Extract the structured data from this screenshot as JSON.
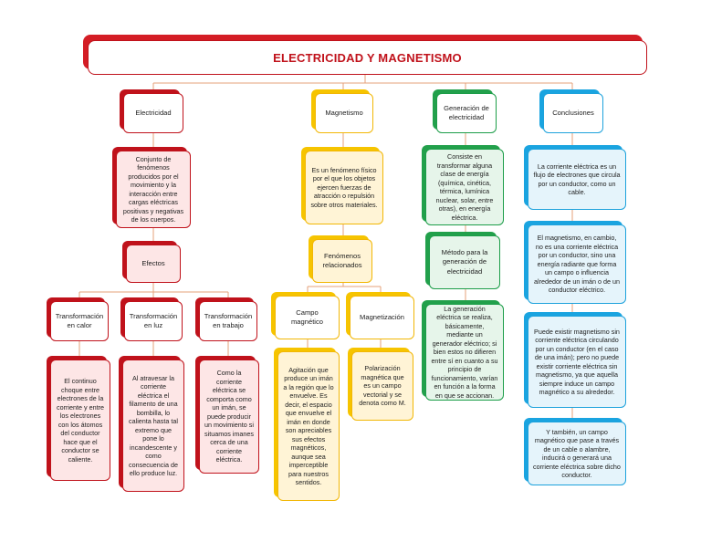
{
  "title": "ELECTRICIDAD Y MAGNETISMO",
  "electricidad": {
    "heading": "Electricidad",
    "definition": "Conjunto de fenómenos producidos por el movimiento y la interacción entre cargas eléctricas positivas y negativas de los cuerpos.",
    "efectos": "Efectos",
    "calor": {
      "heading": "Transformación en calor",
      "text": "El continuo choque entre electrones de la corriente y entre los electrones con los átomos del conductor hace que el conductor se caliente."
    },
    "luz": {
      "heading": "Transformación en luz",
      "text": "Al atravesar la corriente eléctrica el filamento de una bombilla, lo calienta hasta tal extremo que pone lo incandescente y como consecuencia de ello produce luz."
    },
    "trabajo": {
      "heading": "Transformación en trabajo",
      "text": "Como la corriente eléctrica se comporta como un imán, se puede producir un movimiento si situamos imanes cerca de una corriente eléctrica."
    }
  },
  "magnetismo": {
    "heading": "Magnetismo",
    "definition": "Es un fenómeno físico por el que los objetos ejercen fuerzas de atracción o repulsión sobre otros materiales.",
    "fenomenos": "Fenómenos relacionados",
    "campo": {
      "heading": "Campo magnético",
      "text": "Agitación que produce un imán a la región que lo envuelve. Es decir, el espacio que envuelve el imán en donde son apreciables sus efectos magnéticos, aunque sea imperceptible para nuestros sentidos."
    },
    "magnetizacion": {
      "heading": "Magnetización",
      "text": "Polarización magnética que es un campo vectorial y se denota como M."
    }
  },
  "generacion": {
    "heading": "Generación de electricidad",
    "definition": "Consiste en transformar alguna clase de energía (química, cinética, térmica, lumínica nuclear, solar, entre otras), en energía eléctrica.",
    "metodo": "Método para la generación de electricidad",
    "metodo_text": "La generación eléctrica se realiza, básicamente, mediante un generador eléctrico; si bien estos no difieren entre sí en cuanto a su principio de funcionamiento, varían en función a la forma en que se accionan."
  },
  "conclusiones": {
    "heading": "Conclusiones",
    "items": [
      "La corriente eléctrica es un flujo de electrones que circula por un conductor, como un cable.",
      "El magnetismo, en cambio, no es una corriente eléctrica por un conductor, sino una energía radiante que forma un campo o influencia alrededor de un imán o de un conductor eléctrico.",
      "Puede existir magnetismo sin corriente eléctrica circulando por un conductor (en el caso de una imán); pero no puede existir corriente eléctrica sin magnetismo, ya que aquella siempre induce un campo magnético a su alrededor.",
      "Y también, un campo magnético que pase a través de un cable o alambre, inducirá o generará una corriente eléctrica sobre dicho conductor."
    ]
  },
  "colors": {
    "red": "#c0121b",
    "yellow": "#f6c400",
    "green": "#22a04b",
    "blue": "#1aa4e0"
  }
}
